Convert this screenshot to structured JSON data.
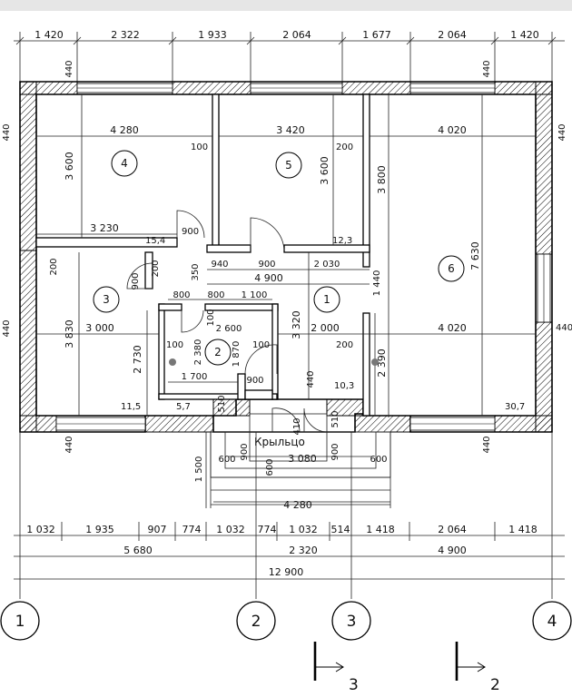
{
  "dimensions": {
    "top": [
      "1 420",
      "2 322",
      "1 933",
      "2 064",
      "1 677",
      "2 064",
      "1 420"
    ],
    "bottom_row1": [
      "1 032",
      "1 935",
      "907",
      "774",
      "1 032",
      "774",
      "1 032",
      "514",
      "1 418",
      "2 064",
      "1 418"
    ],
    "bottom_row2": [
      "5 680",
      "2 320",
      "4 900"
    ],
    "bottom_total": "12 900",
    "wall_440": "440",
    "r4_width": "4 280",
    "r4_height": "3 600",
    "r5_width": "3 420",
    "r5_height": "3 600",
    "r6_width_top": "4 020",
    "r6_width_mid": "4 020",
    "r6_height_total": "7 630",
    "r6_height_upper": "3 800",
    "r6_height_lower": "2 390",
    "d100_a": "100",
    "d200_a": "200",
    "d3230": "3 230",
    "d900_a": "900",
    "d350": "350",
    "d200_b": "200",
    "d940": "940",
    "d900_b": "900",
    "d2030": "2 030",
    "d4900": "4 900",
    "d1440": "1 440",
    "d800_a": "800",
    "d800_b": "800",
    "d1100": "1 100",
    "d900_c": "900",
    "d200_c": "200",
    "d3830": "3 830",
    "d3000": "3 000",
    "d2730": "2 730",
    "d100_b": "100",
    "d2600": "2 600",
    "d2380": "2 380",
    "d100_c": "100",
    "d1870": "1 870",
    "d100_d": "100",
    "d3320": "3 320",
    "d2000": "2 000",
    "d200_d": "200",
    "d1700": "1 700",
    "d900_d": "900",
    "d440b": "440",
    "d510_a": "510",
    "d410": "410",
    "d510_b": "510",
    "d1500": "1 500",
    "d600_a": "600",
    "d900_e": "900",
    "d600_b": "600",
    "d3080": "3 080",
    "d900_f": "900",
    "d600_c": "600",
    "d4280b": "4 280"
  },
  "areas": {
    "a15_4": "15,4",
    "a12_3": "12,3",
    "a11_5": "11,5",
    "a5_7": "5,7",
    "a10_3": "10,3",
    "a30_7": "30,7"
  },
  "rooms": [
    "1",
    "2",
    "3",
    "4",
    "5",
    "6"
  ],
  "porch_label": "Крыльцо",
  "axes": [
    "1",
    "2",
    "3",
    "4"
  ],
  "section_marks": [
    "3",
    "2"
  ]
}
